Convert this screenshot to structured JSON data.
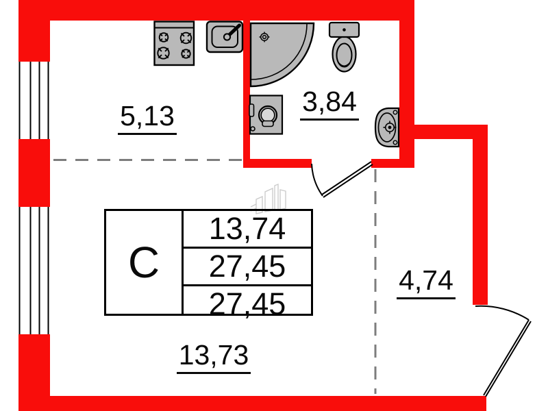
{
  "colors": {
    "wall_red": "#f90d0b",
    "fixture_gray": "#b9b9b9",
    "dash_gray": "#7d7d7d",
    "text_black": "#0a0a0a",
    "watermark_gray": "#cccccc"
  },
  "plan": {
    "unit_type": "С",
    "area_table": {
      "rows": [
        "13,74",
        "27,45",
        "27,45"
      ]
    },
    "labels": {
      "kitchen_area": "5,13",
      "bathroom_area": "3,84",
      "hallway_area": "4,74",
      "room_area": "13,73"
    }
  }
}
